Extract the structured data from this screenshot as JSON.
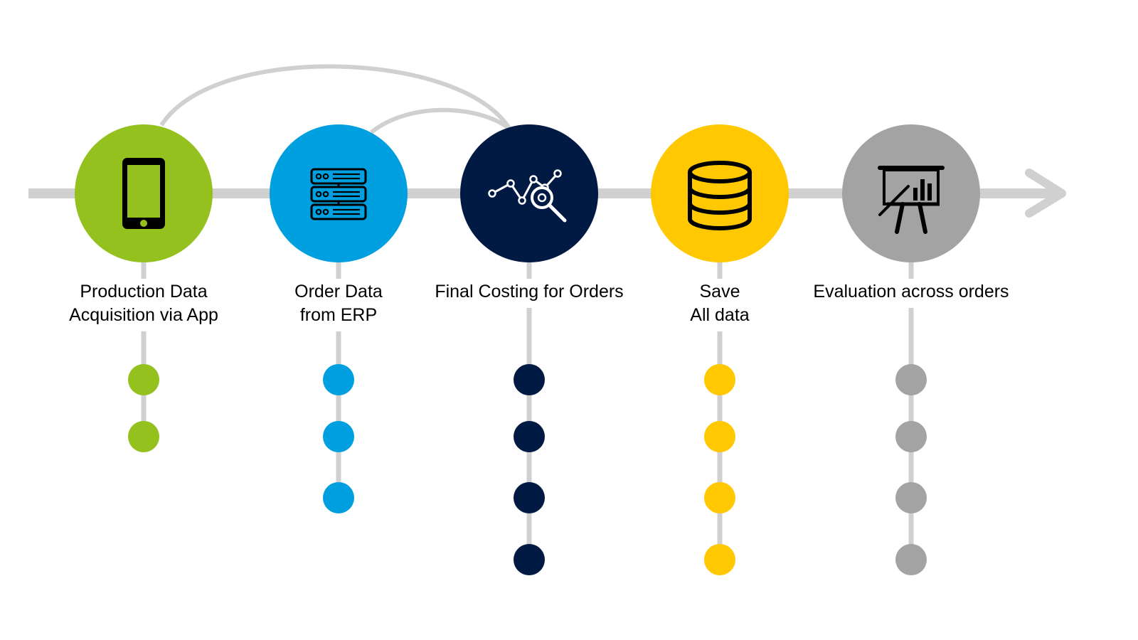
{
  "colors": {
    "line": "#d0d0d0",
    "green": "#95c11f",
    "blue": "#009fdf",
    "navy": "#001a43",
    "yellow": "#ffc800",
    "gray": "#a3a3a3",
    "icon_dark": "#000000",
    "icon_light": "#ffffff"
  },
  "steps": [
    {
      "id": "production-data",
      "label_lines": [
        "Production Data",
        "Acquisition via App"
      ],
      "color": "#95c11f",
      "icon": "smartphone-icon",
      "bullet_count": 2
    },
    {
      "id": "order-data",
      "label_lines": [
        "Order Data",
        "from ERP"
      ],
      "color": "#009fdf",
      "icon": "server-icon",
      "bullet_count": 3
    },
    {
      "id": "final-costing",
      "label_lines": [
        "Final Costing for Orders"
      ],
      "color": "#001a43",
      "icon": "analytics-search-icon",
      "bullet_count": 4
    },
    {
      "id": "save-data",
      "label_lines": [
        "Save",
        "All data"
      ],
      "color": "#ffc800",
      "icon": "database-icon",
      "bullet_count": 4
    },
    {
      "id": "evaluation",
      "label_lines": [
        "Evaluation across orders"
      ],
      "color": "#a3a3a3",
      "icon": "presentation-chart-icon",
      "bullet_count": 4
    }
  ]
}
